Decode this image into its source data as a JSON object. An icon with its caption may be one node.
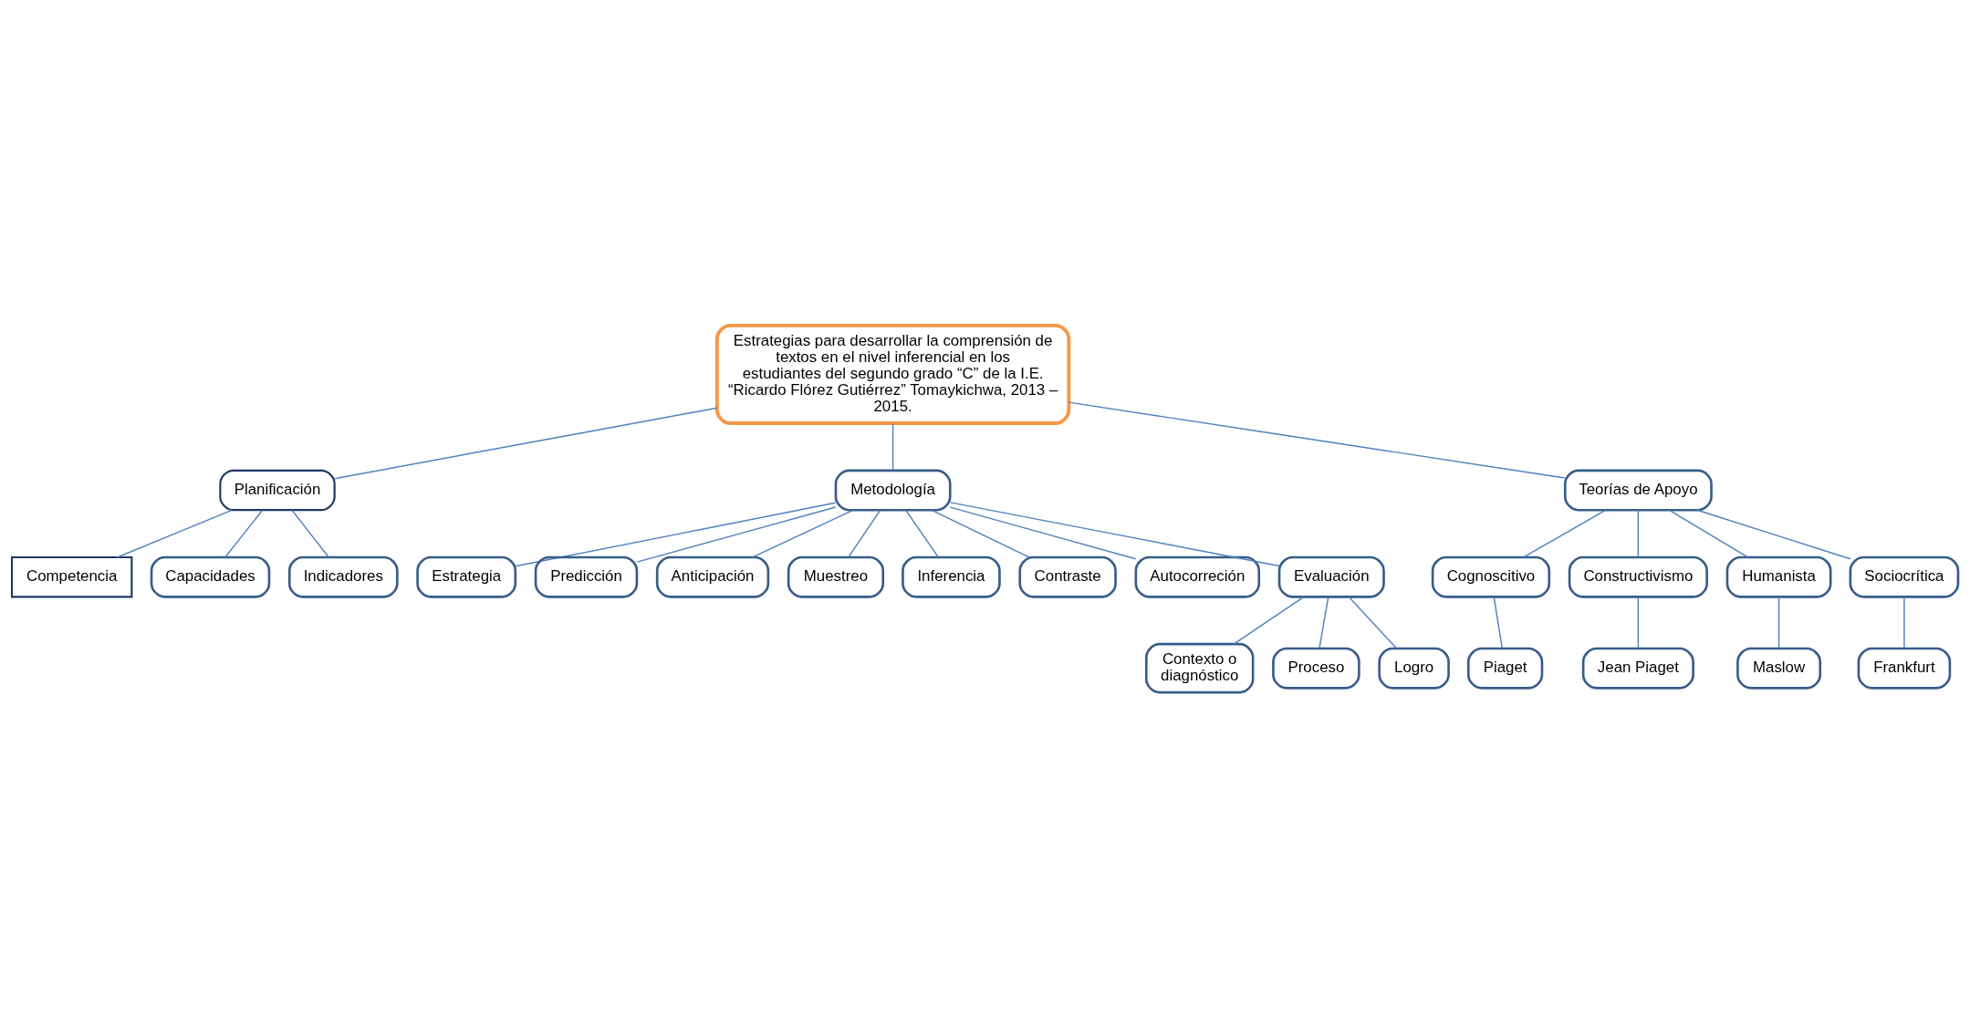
{
  "diagram": {
    "nodes": [
      {
        "text": [
          "Estrategias para desarrollar la comprensión de textos en el nivel inferencial en los estudiantes del segundo grado “C” de la I.E. “Ricardo Flórez Gutiérrez” Tomaykichwa, 2013 – 2015."
        ]
      },
      {
        "text": [
          "Planificación"
        ]
      },
      {
        "text": [
          "Metodología"
        ]
      },
      {
        "text": [
          "Teorías de Apoyo"
        ]
      },
      {
        "text": [
          "Competencia"
        ]
      },
      {
        "text": [
          "Capacidades"
        ]
      },
      {
        "text": [
          "Indicadores"
        ]
      },
      {
        "text": [
          "Estrategia"
        ]
      },
      {
        "text": [
          "Predicción"
        ]
      },
      {
        "text": [
          "Anticipación"
        ]
      },
      {
        "text": [
          "Muestreo"
        ]
      },
      {
        "text": [
          "Inferencia"
        ]
      },
      {
        "text": [
          "Contraste"
        ]
      },
      {
        "text": [
          "Autocorreción"
        ]
      },
      {
        "text": [
          "Evaluación"
        ]
      },
      {
        "text": [
          "Contexto o diagnóstico"
        ]
      },
      {
        "text": [
          "Proceso"
        ]
      },
      {
        "text": [
          "Logro"
        ]
      },
      {
        "text": [
          "Cognoscitivo"
        ]
      },
      {
        "text": [
          "Constructivismo"
        ]
      },
      {
        "text": [
          "Humanista"
        ]
      },
      {
        "text": [
          "Sociocrítica"
        ]
      },
      {
        "text": [
          "Piaget"
        ]
      },
      {
        "text": [
          "Jean Piaget"
        ]
      },
      {
        "text": [
          "Maslow"
        ]
      },
      {
        "text": [
          "Frankfurt"
        ]
      }
    ],
    "edges": [
      {
        "from": 0,
        "to": 1,
        "arrow": "none"
      },
      {
        "from": 0,
        "to": 2,
        "arrow": "none"
      },
      {
        "from": 0,
        "to": 3,
        "arrow": "none"
      },
      {
        "from": 1,
        "to": 4,
        "arrow": "none"
      },
      {
        "from": 1,
        "to": 5,
        "arrow": "none"
      },
      {
        "from": 1,
        "to": 6,
        "arrow": "none"
      },
      {
        "from": 2,
        "to": 7,
        "arrow": "none"
      },
      {
        "from": 2,
        "to": 8,
        "arrow": "none"
      },
      {
        "from": 2,
        "to": 9,
        "arrow": "none"
      },
      {
        "from": 2,
        "to": 10,
        "arrow": "none"
      },
      {
        "from": 2,
        "to": 11,
        "arrow": "none"
      },
      {
        "from": 2,
        "to": 12,
        "arrow": "none"
      },
      {
        "from": 2,
        "to": 13,
        "arrow": "none"
      },
      {
        "from": 2,
        "to": 14,
        "arrow": "none"
      },
      {
        "from": 14,
        "to": 15,
        "arrow": "none"
      },
      {
        "from": 14,
        "to": 16,
        "arrow": "none"
      },
      {
        "from": 14,
        "to": 17,
        "arrow": "none"
      },
      {
        "from": 3,
        "to": 18,
        "arrow": "none"
      },
      {
        "from": 3,
        "to": 19,
        "arrow": "none"
      },
      {
        "from": 3,
        "to": 20,
        "arrow": "none"
      },
      {
        "from": 3,
        "to": 21,
        "arrow": "none"
      },
      {
        "from": 18,
        "to": 22,
        "arrow": "none"
      },
      {
        "from": 19,
        "to": 23,
        "arrow": "none"
      },
      {
        "from": 20,
        "to": 24,
        "arrow": "none"
      },
      {
        "from": 21,
        "to": 25,
        "arrow": "none"
      }
    ]
  }
}
